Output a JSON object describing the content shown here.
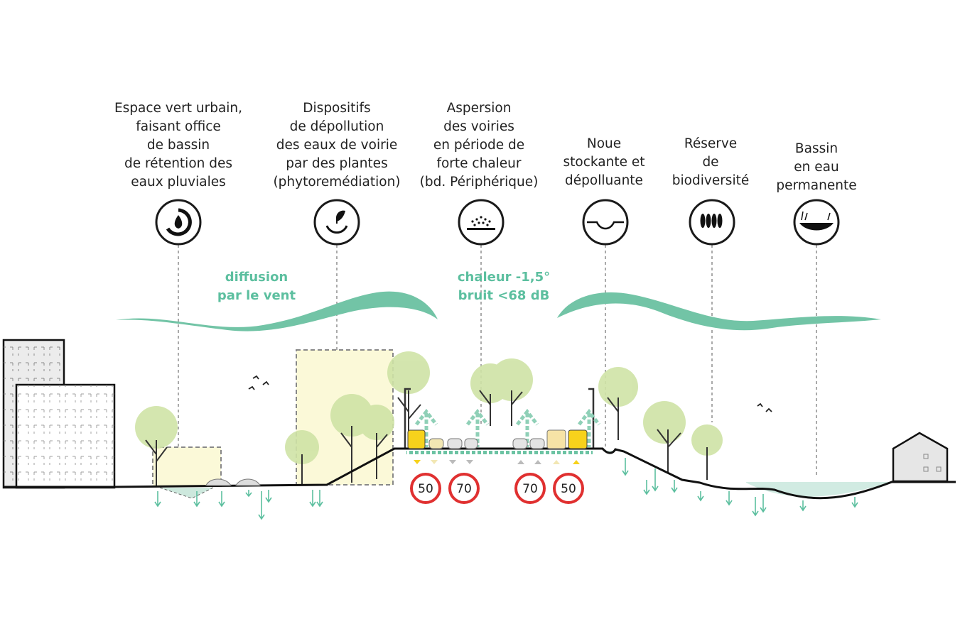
{
  "labels": {
    "espace_vert": "Espace vert urbain,\nfaisant office\nde bassin\nde rétention des\neaux pluviales",
    "dispositifs": "Dispositifs\nde dépollution\ndes eaux de voirie\npar des plantes\n(phytoremédiation)",
    "aspersion": "Aspersion\ndes voiries\nen période de\nforte chaleur\n(bd. Périphérique)",
    "noue": "Noue\nstockante et\ndépolluante",
    "reserve": "Réserve\nde\nbiodiversité",
    "bassin": "Bassin\nen eau\npermanente"
  },
  "annotations": {
    "diffusion": "diffusion\npar le vent",
    "chaleur": "chaleur -1,5°\nbruit <68 dB"
  },
  "speed_signs": [
    "50",
    "70",
    "70",
    "50"
  ],
  "icons": [
    "water-cycle-icon",
    "plant-recycle-icon",
    "spray-icon",
    "swale-icon",
    "trees-icon",
    "pond-icon"
  ],
  "colors": {
    "accent": "#5cbf9f",
    "wind": "#72c4a6",
    "foliage": "#cfe3a6",
    "building": "#fbf9d8",
    "bus": "#f7d21c",
    "sign_border": "#e03030"
  }
}
